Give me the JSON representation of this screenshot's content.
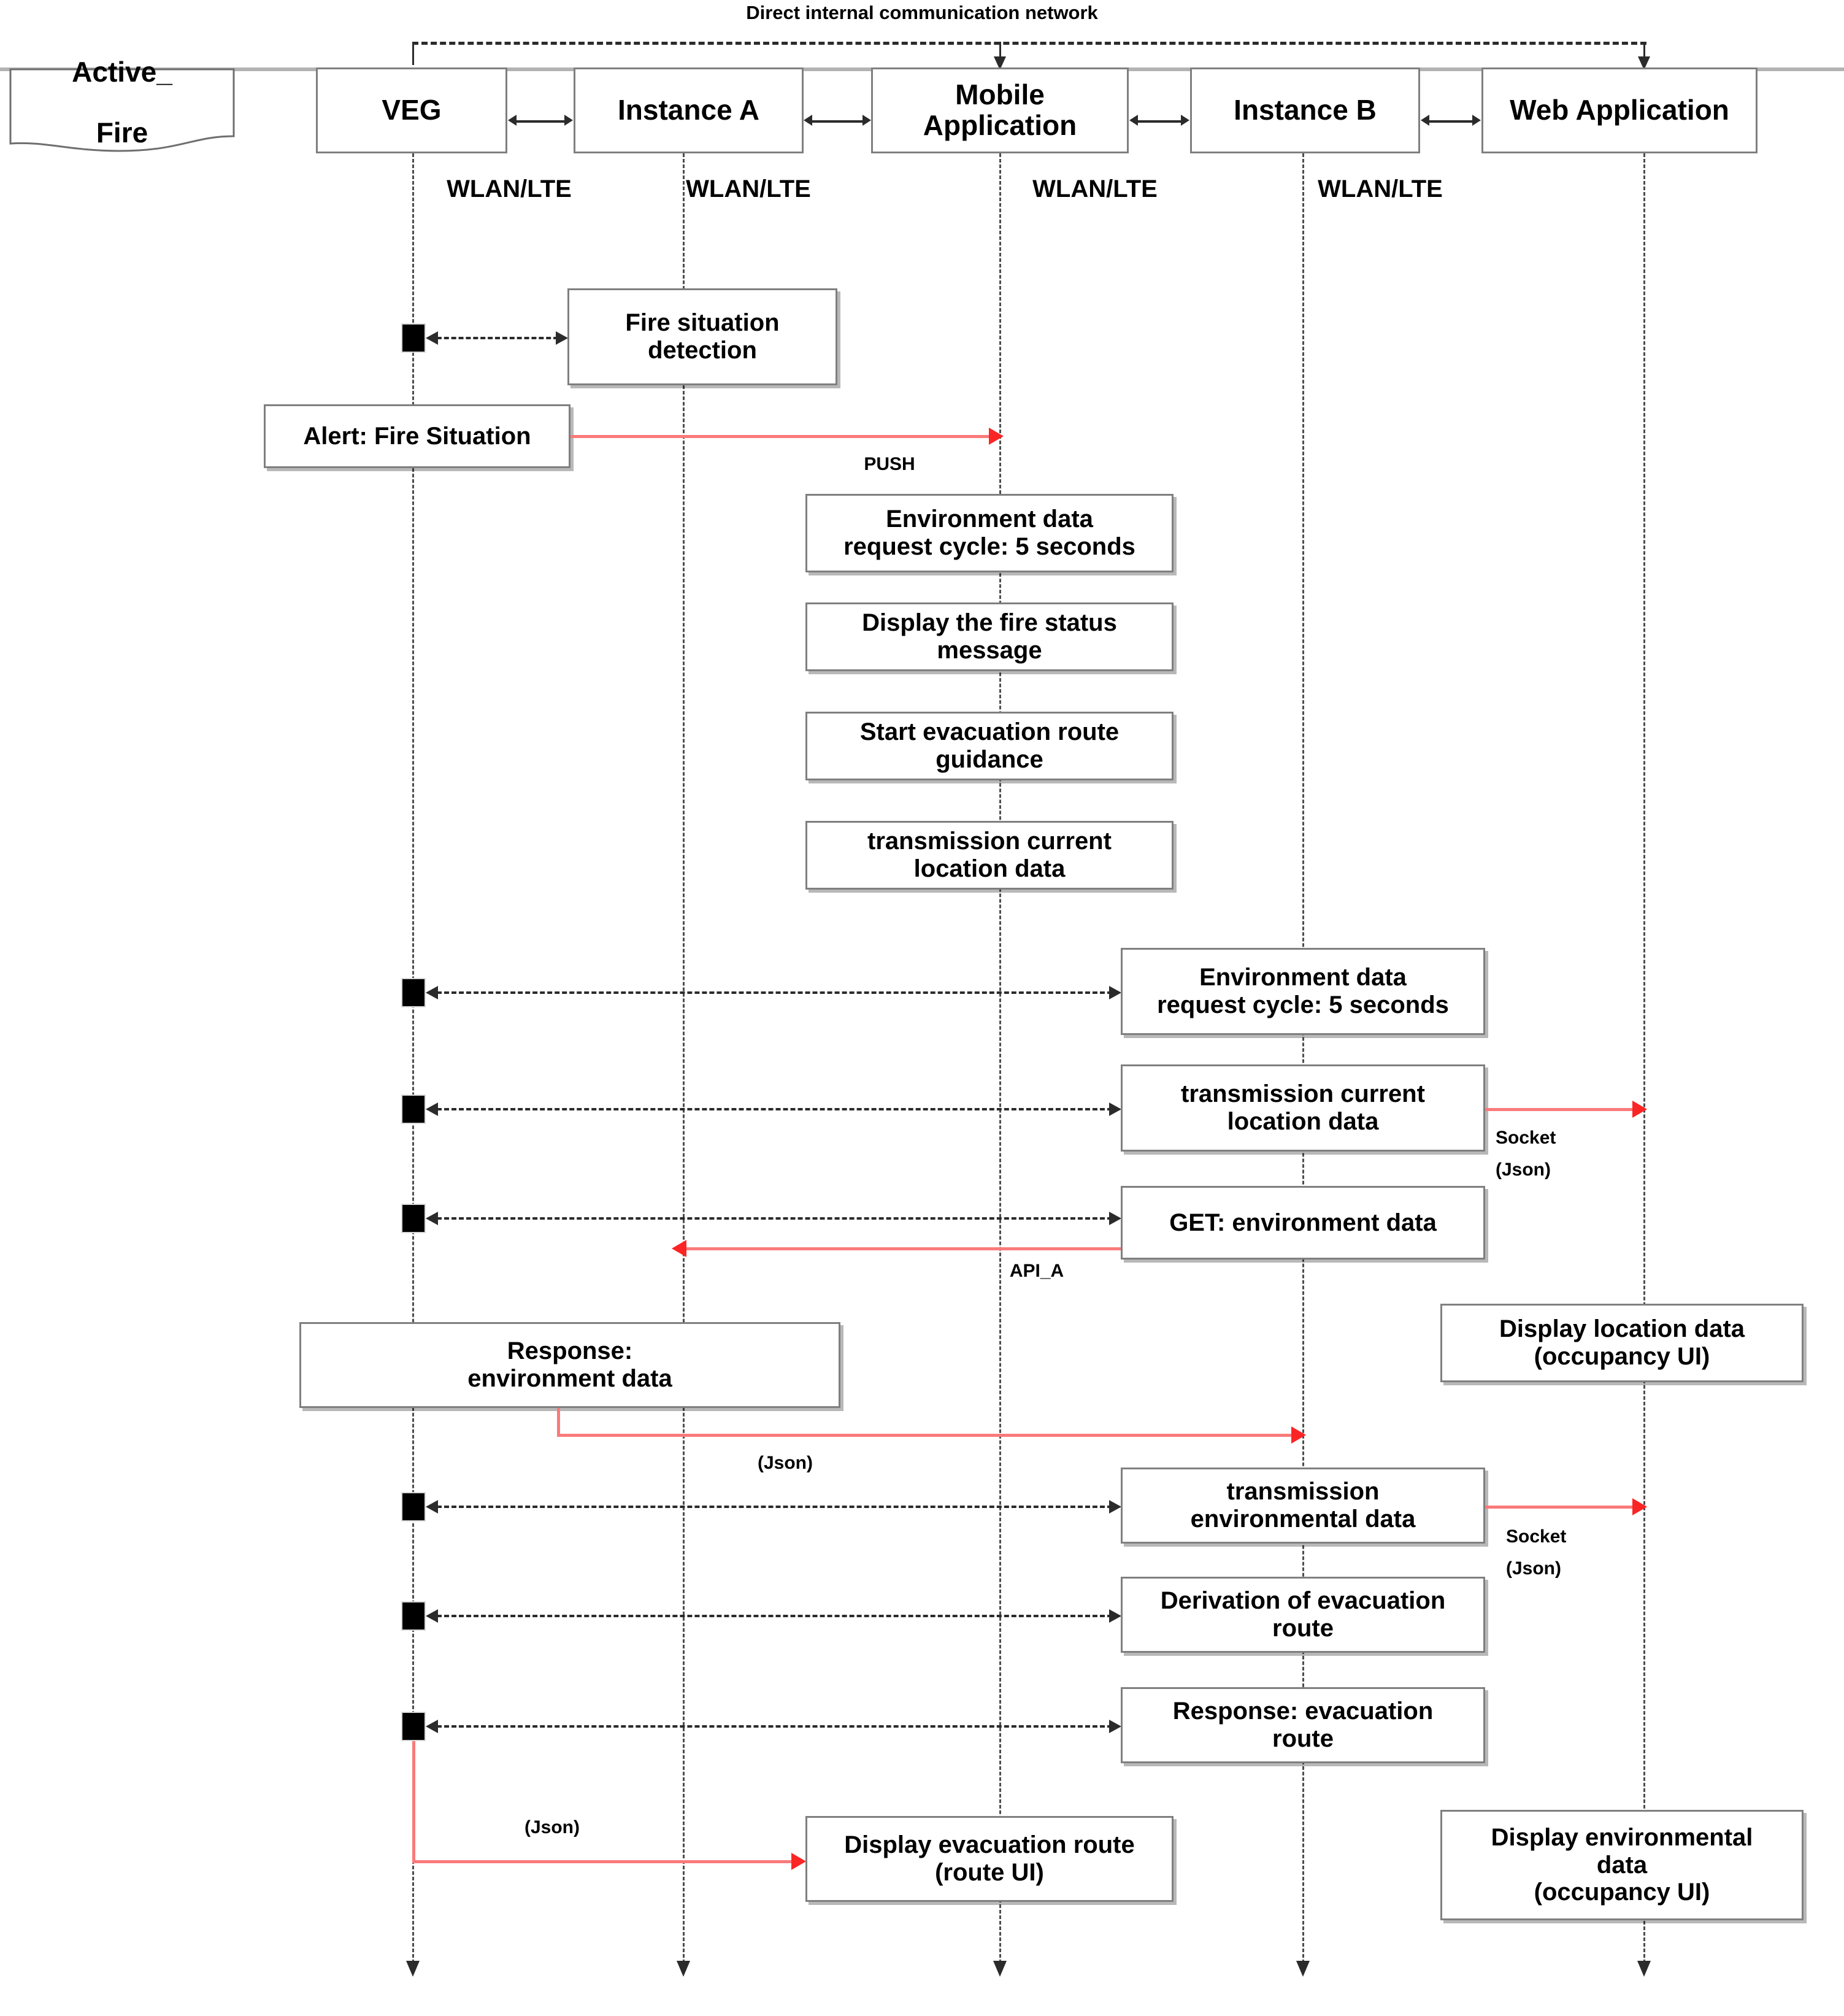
{
  "diagram": {
    "type": "uml-sequence-diagram",
    "title": "Direct internal communication network",
    "network_label": "Direct internal communication network",
    "link_labels": {
      "wlan_lte": "WLAN/LTE",
      "push": "PUSH",
      "api_a": "API_A",
      "socket": "Socket",
      "json_paren": "(Json)",
      "socket_json": "Socket\n(Json)"
    },
    "colors": {
      "red_message": "#fb2525",
      "red_line": "#fa7a7a",
      "box_border": "#7f7f7f",
      "lifeline": "#4d4d4d",
      "activation": "#000000",
      "background": "#ffffff"
    }
  },
  "note": {
    "label": "Active_\nFire",
    "line1": "Active_",
    "line2": "Fire"
  },
  "lifelines": [
    {
      "id": "veg",
      "label": "VEG"
    },
    {
      "id": "inst_a",
      "label": "Instance A"
    },
    {
      "id": "mobile",
      "label": "Mobile\nApplication"
    },
    {
      "id": "inst_b",
      "label": "Instance B"
    },
    {
      "id": "web",
      "label": "Web Application"
    }
  ],
  "link_captions": [
    {
      "id": "wlan1",
      "label": "WLAN/LTE"
    },
    {
      "id": "wlan2",
      "label": "WLAN/LTE"
    },
    {
      "id": "wlan3",
      "label": "WLAN/LTE"
    },
    {
      "id": "wlan4",
      "label": "WLAN/LTE"
    }
  ],
  "messages": [
    {
      "id": "m01",
      "label": "Fire situation detection",
      "kind": "note-box",
      "from": "inst_a",
      "to": "veg",
      "style": "dashed-black"
    },
    {
      "id": "m02",
      "label": "Alert: Fire Situation",
      "kind": "note-box",
      "from": "veg",
      "to": "mobile",
      "style": "solid-red",
      "edge_label": "PUSH"
    },
    {
      "id": "m03",
      "label": "Environment data request cycle: 5 seconds",
      "kind": "self-box",
      "on": "mobile"
    },
    {
      "id": "m04",
      "label": "Display the fire status message",
      "kind": "self-box",
      "on": "mobile"
    },
    {
      "id": "m05",
      "label": "Start evacuation route guidance",
      "kind": "self-box",
      "on": "mobile"
    },
    {
      "id": "m06",
      "label": "transmission current location data",
      "kind": "self-box",
      "on": "mobile"
    },
    {
      "id": "m07",
      "label": "Environment data request cycle: 5 seconds",
      "kind": "note-box",
      "from": "inst_b",
      "to": "veg",
      "style": "dashed-black"
    },
    {
      "id": "m08",
      "label": "transmission current location data",
      "kind": "note-box",
      "from": "inst_b",
      "to": "veg",
      "style": "dashed-black",
      "edge_label": "Socket\n(Json)",
      "extra_to": "web",
      "extra_style": "solid-red"
    },
    {
      "id": "m09",
      "label": "GET: environment data",
      "kind": "note-box",
      "from": "inst_b",
      "to": "veg",
      "style": "dashed-black",
      "edge_label": "API_A",
      "extra_to": "inst_a",
      "extra_style": "solid-red"
    },
    {
      "id": "m10",
      "label": "Display location data (occupancy UI)",
      "kind": "self-box",
      "on": "web"
    },
    {
      "id": "m11",
      "label": "Response: environment data",
      "kind": "note-box",
      "from": "veg",
      "to": "inst_b",
      "style": "solid-red",
      "edge_label": "(Json)"
    },
    {
      "id": "m12",
      "label": "transmission environmental data",
      "kind": "note-box",
      "from": "inst_b",
      "to": "veg",
      "style": "dashed-black",
      "edge_label": "Socket\n(Json)",
      "extra_to": "web",
      "extra_style": "solid-red"
    },
    {
      "id": "m13",
      "label": "Derivation of evacuation route",
      "kind": "note-box",
      "from": "inst_b",
      "to": "veg",
      "style": "dashed-black"
    },
    {
      "id": "m14",
      "label": "Response: evacuation route",
      "kind": "note-box",
      "from": "inst_b",
      "to": "veg",
      "style": "dashed-black"
    },
    {
      "id": "m15",
      "label": "Display evacuation route (route UI)",
      "kind": "note-box",
      "from": "veg",
      "to": "mobile",
      "style": "solid-red",
      "edge_label": "(Json)"
    },
    {
      "id": "m16",
      "label": "Display environmental data (occupancy UI)",
      "kind": "self-box",
      "on": "web"
    }
  ],
  "boxes": {
    "fire_situation_detection": "Fire situation\ndetection",
    "alert_fire_situation": "Alert: Fire Situation",
    "env_data_cycle_mobile_l1": "Environment data",
    "env_data_cycle_mobile_l2": "request cycle: 5 seconds",
    "display_fire_status_l1": "Display the fire status",
    "display_fire_status_l2": "message",
    "start_evac_route_l1": "Start evacuation route",
    "start_evac_route_l2": "guidance",
    "transmission_loc_mobile_l1": "transmission current",
    "transmission_loc_mobile_l2": "location data",
    "env_data_cycle_b_l1": "Environment data",
    "env_data_cycle_b_l2": "request cycle: 5 seconds",
    "transmission_loc_b_l1": "transmission current",
    "transmission_loc_b_l2": "location data",
    "get_env_data": "GET: environment data",
    "display_location_l1": "Display location data",
    "display_location_l2": "(occupancy UI)",
    "response_env_l1": "Response:",
    "response_env_l2": "environment data",
    "transmission_env_l1": "transmission",
    "transmission_env_l2": "environmental data",
    "derivation_route_l1": "Derivation of evacuation",
    "derivation_route_l2": "route",
    "response_route_l1": "Response: evacuation",
    "response_route_l2": "route",
    "display_evac_route_l1": "Display evacuation route",
    "display_evac_route_l2": "(route UI)",
    "display_env_data_l1": "Display environmental",
    "display_env_data_l2": "data",
    "display_env_data_l3": "(occupancy UI)"
  },
  "edge_labels": {
    "push": "PUSH",
    "socket": "Socket",
    "socket_json": "(Json)",
    "api_a": "API_A",
    "json_1": "(Json)",
    "socket2": "Socket",
    "socket2_json": "(Json)",
    "json_2": "(Json)"
  }
}
